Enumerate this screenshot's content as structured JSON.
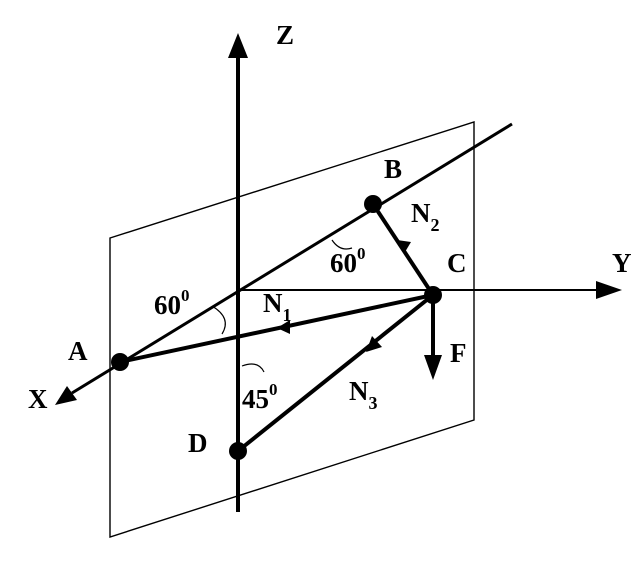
{
  "diagram": {
    "axes": {
      "z": "Z",
      "y": "Y",
      "x": "X"
    },
    "points": {
      "a": "A",
      "b": "B",
      "c": "C",
      "d": "D"
    },
    "forces": {
      "n1": {
        "base": "N",
        "sub": "1"
      },
      "n2": {
        "base": "N",
        "sub": "2"
      },
      "n3": {
        "base": "N",
        "sub": "3"
      },
      "f": "F"
    },
    "angles": {
      "angle_a": {
        "value": "60",
        "degree": "0"
      },
      "angle_b": {
        "value": "60",
        "degree": "0"
      },
      "angle_d": {
        "value": "45",
        "degree": "0"
      }
    }
  }
}
